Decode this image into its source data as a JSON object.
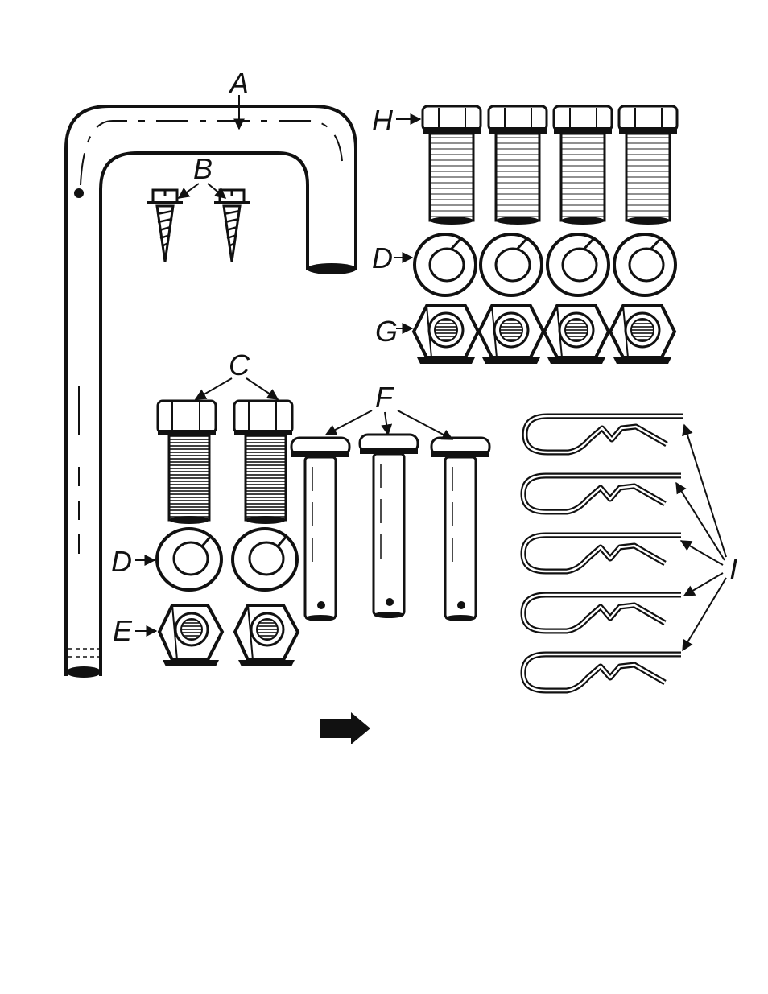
{
  "figure": {
    "ink_color": "#111111",
    "background": "#ffffff",
    "parts": [
      {
        "id": "A",
        "label": "A"
      },
      {
        "id": "B",
        "label": "B"
      },
      {
        "id": "C",
        "label": "C"
      },
      {
        "id": "D1",
        "label": "D"
      },
      {
        "id": "D2",
        "label": "D"
      },
      {
        "id": "E",
        "label": "E"
      },
      {
        "id": "F",
        "label": "F"
      },
      {
        "id": "G",
        "label": "G"
      },
      {
        "id": "H",
        "label": "H"
      },
      {
        "id": "I",
        "label": "I"
      }
    ],
    "arrow_icon": "right-arrow-icon"
  }
}
